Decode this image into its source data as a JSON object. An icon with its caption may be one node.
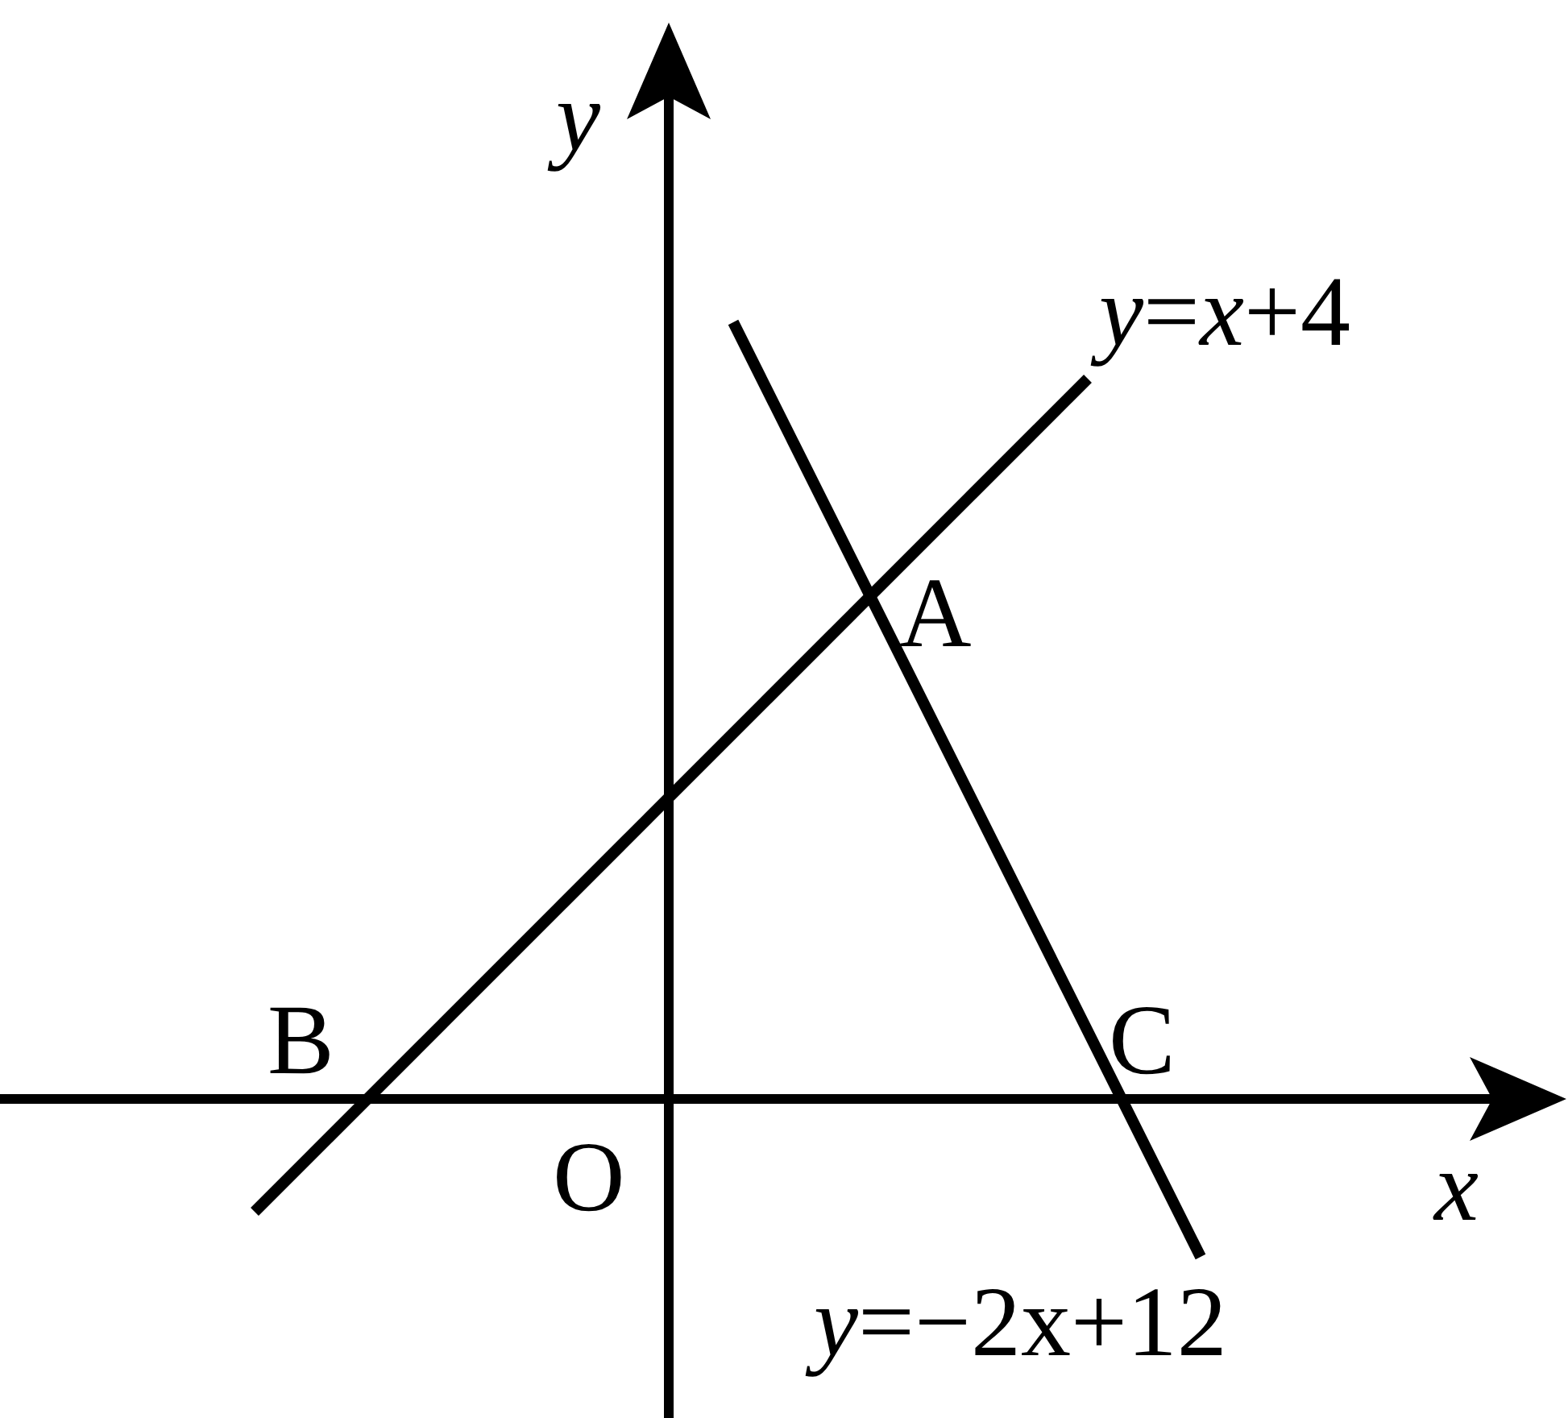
{
  "diagram": {
    "labels": [
      "*y*",
      "*y*=*x*+4",
      "A",
      "B",
      "C",
      "O",
      "*x*",
      "*y*=−2x+12"
    ]
  }
}
